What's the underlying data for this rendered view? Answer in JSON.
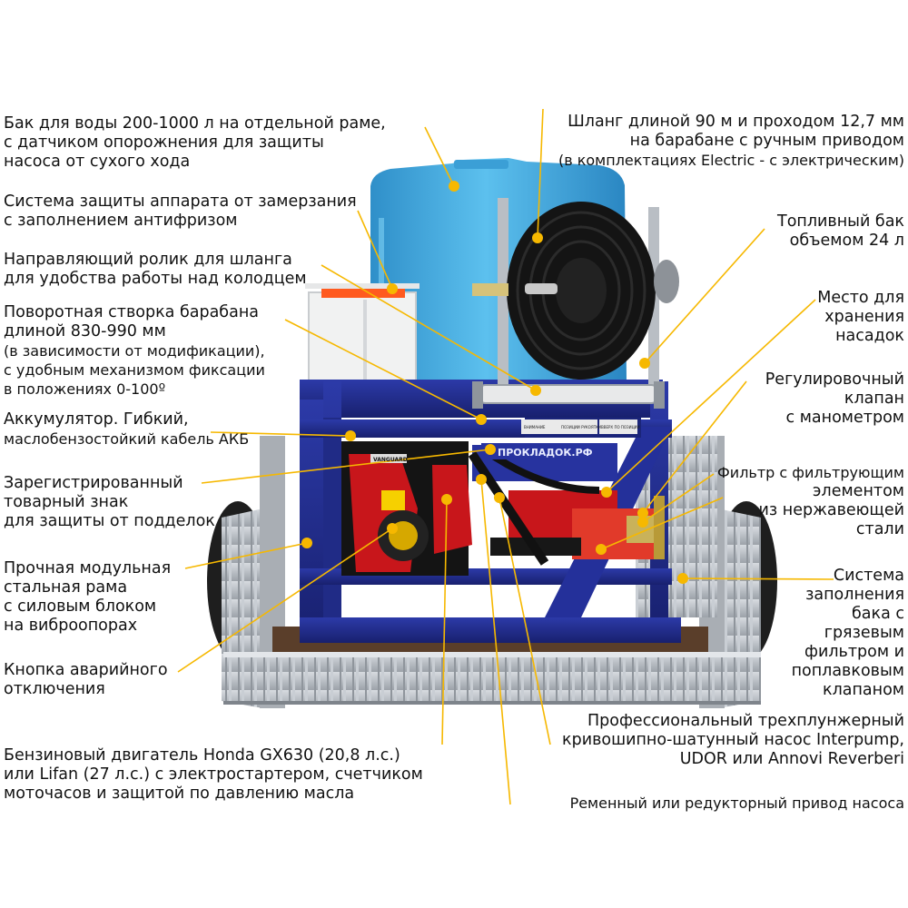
{
  "callouts": {
    "water_tank": {
      "lines": [
        "Бак для воды 200-1000 л на отдельной раме,",
        "с датчиком опорожнения для защиты",
        "насоса от сухого хода"
      ]
    },
    "antifreeze": {
      "lines": [
        "Система защиты аппарата от замерзания",
        "с заполнением антифризом"
      ]
    },
    "guide_roller": {
      "lines": [
        "Направляющий ролик для шланга",
        "для удобства работы над колодцем"
      ]
    },
    "rotary_door": {
      "lines": [
        "Поворотная створка барабана",
        "длиной 830-990 мм",
        "(в зависимости от модификации),",
        "с удобным механизмом фиксации",
        "в положениях 0-100º"
      ]
    },
    "battery": {
      "lines": [
        "Аккумулятор. Гибкий,",
        "маслобензостойкий кабель АКБ"
      ]
    },
    "trademark": {
      "lines": [
        "Зарегистрированный",
        "товарный знак",
        "для защиты от подделок"
      ]
    },
    "frame": {
      "lines": [
        "Прочная модульная",
        "стальная рама",
        "с силовым блоком",
        "на виброопорах"
      ]
    },
    "emergency": {
      "lines": [
        "Кнопка аварийного",
        "отключения"
      ]
    },
    "engine": {
      "lines": [
        "Бензиновый двигатель Honda GX630 (20,8 л.с.)",
        "или Lifan (27 л.с.) с электростартером, счетчиком",
        "моточасов и защитой по давлению масла"
      ]
    },
    "hose": {
      "lines": [
        "Шланг длиной 90 м и проходом 12,7 мм",
        "на барабане с ручным приводом",
        "(в комплектациях Electric - с электрическим)"
      ]
    },
    "fuel_tank": {
      "lines": [
        "Топливный бак",
        "объемом 24 л"
      ]
    },
    "nozzle_storage": {
      "lines": [
        "Место для",
        "хранения",
        "насадок"
      ]
    },
    "control_valve": {
      "lines": [
        "Регулировочный",
        "клапан",
        "с манометром"
      ]
    },
    "filter": {
      "lines": [
        "Фильтр с фильтрующим",
        "элементом",
        "из нержавеющей",
        "стали"
      ]
    },
    "fill_system": {
      "lines": [
        "Система",
        "заполнения",
        "бака с",
        "грязевым",
        "фильтром и",
        "поплавковым",
        "клапаном"
      ]
    },
    "pump": {
      "lines": [
        "Профессиональный трехплунжерный",
        "кривошипно-шатунный насос Interpump,",
        "UDOR или Annovi Reverberi"
      ]
    },
    "drive": {
      "lines": [
        "Ременный или редукторный привод насоса"
      ]
    }
  },
  "machine_labels": {
    "plate_1": "ВНИМАНИЕ",
    "plate_2": "ПОЗИЦИИ РУКОЯТКИ",
    "plate_3": "ВВЕРХ ПО ПОЗИЦИИ",
    "brand_plate": "ПРОКЛАДОК.РФ",
    "engine_plate": "VANGUARD"
  },
  "colors": {
    "leader": "#f6b800",
    "tank": "#43a8dc",
    "frame": "#1f2a8c",
    "engine": "#c8161b",
    "galvanized": "#b5bac0",
    "hose": "#1a1a1a"
  }
}
